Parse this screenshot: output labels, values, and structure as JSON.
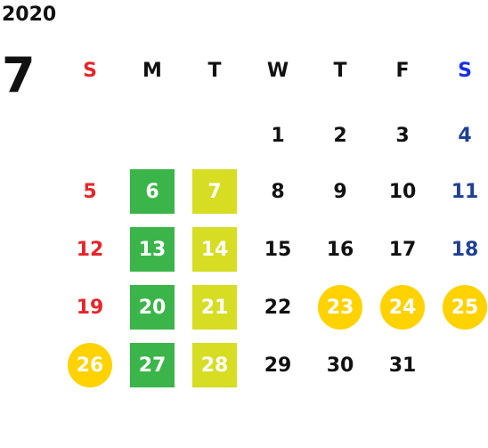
{
  "calendar": {
    "year": "2020",
    "month": "7",
    "weekdays": [
      "S",
      "M",
      "T",
      "W",
      "T",
      "F",
      "S"
    ],
    "days": [
      {
        "n": "1",
        "col": 3,
        "row": 0,
        "style": "plain"
      },
      {
        "n": "2",
        "col": 4,
        "row": 0,
        "style": "plain"
      },
      {
        "n": "3",
        "col": 5,
        "row": 0,
        "style": "plain"
      },
      {
        "n": "4",
        "col": 6,
        "row": 0,
        "style": "sat"
      },
      {
        "n": "5",
        "col": 0,
        "row": 1,
        "style": "sun"
      },
      {
        "n": "6",
        "col": 1,
        "row": 1,
        "style": "green"
      },
      {
        "n": "7",
        "col": 2,
        "row": 1,
        "style": "lime"
      },
      {
        "n": "8",
        "col": 3,
        "row": 1,
        "style": "plain"
      },
      {
        "n": "9",
        "col": 4,
        "row": 1,
        "style": "plain"
      },
      {
        "n": "10",
        "col": 5,
        "row": 1,
        "style": "plain"
      },
      {
        "n": "11",
        "col": 6,
        "row": 1,
        "style": "sat"
      },
      {
        "n": "12",
        "col": 0,
        "row": 2,
        "style": "sun"
      },
      {
        "n": "13",
        "col": 1,
        "row": 2,
        "style": "green"
      },
      {
        "n": "14",
        "col": 2,
        "row": 2,
        "style": "lime"
      },
      {
        "n": "15",
        "col": 3,
        "row": 2,
        "style": "plain"
      },
      {
        "n": "16",
        "col": 4,
        "row": 2,
        "style": "plain"
      },
      {
        "n": "17",
        "col": 5,
        "row": 2,
        "style": "plain"
      },
      {
        "n": "18",
        "col": 6,
        "row": 2,
        "style": "sat"
      },
      {
        "n": "19",
        "col": 0,
        "row": 3,
        "style": "sun"
      },
      {
        "n": "20",
        "col": 1,
        "row": 3,
        "style": "green"
      },
      {
        "n": "21",
        "col": 2,
        "row": 3,
        "style": "lime"
      },
      {
        "n": "22",
        "col": 3,
        "row": 3,
        "style": "plain"
      },
      {
        "n": "23",
        "col": 4,
        "row": 3,
        "style": "circle"
      },
      {
        "n": "24",
        "col": 5,
        "row": 3,
        "style": "circle"
      },
      {
        "n": "25",
        "col": 6,
        "row": 3,
        "style": "circle"
      },
      {
        "n": "26",
        "col": 0,
        "row": 4,
        "style": "circle"
      },
      {
        "n": "27",
        "col": 1,
        "row": 4,
        "style": "green"
      },
      {
        "n": "28",
        "col": 2,
        "row": 4,
        "style": "lime"
      },
      {
        "n": "29",
        "col": 3,
        "row": 4,
        "style": "plain"
      },
      {
        "n": "30",
        "col": 4,
        "row": 4,
        "style": "plain"
      },
      {
        "n": "31",
        "col": 5,
        "row": 4,
        "style": "plain"
      }
    ]
  },
  "colors": {
    "green": "#3bb54a",
    "lime": "#d6dd22",
    "holiday_circle": "#ffd200",
    "sunday_text": "#e8252a",
    "saturday_text": "#1f3f95"
  }
}
